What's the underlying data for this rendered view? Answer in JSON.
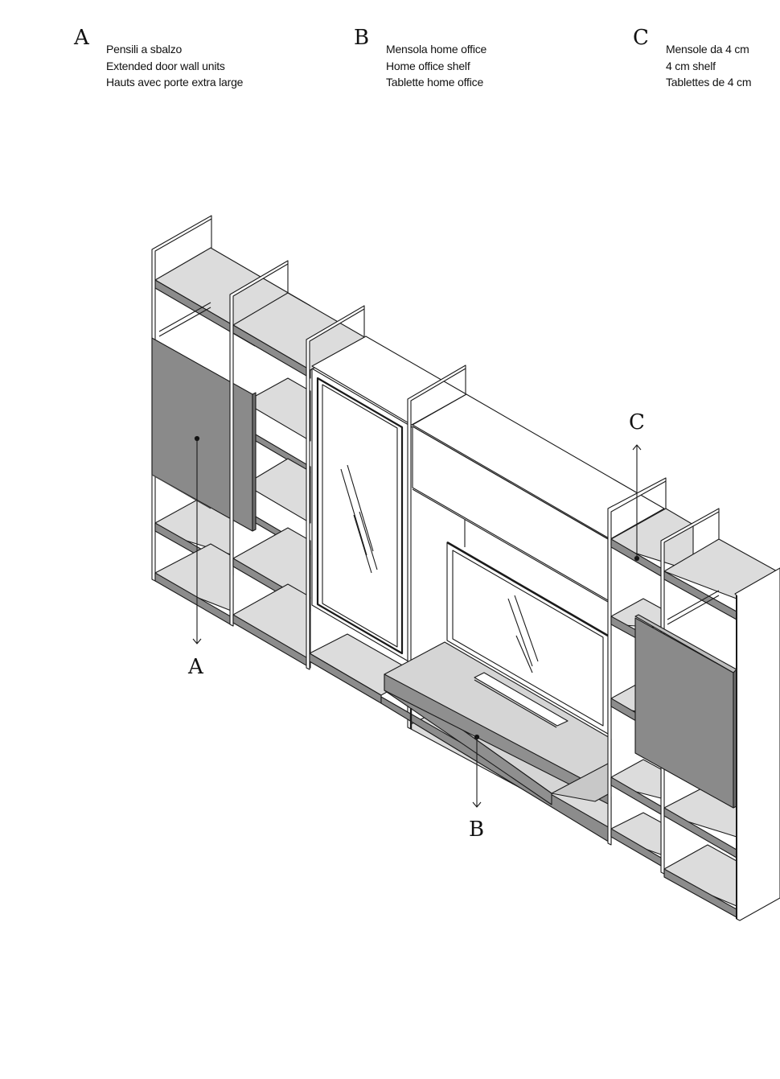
{
  "legend": [
    {
      "letter": "A",
      "lines": [
        "Pensili a sbalzo",
        "Extended door wall units",
        "Hauts avec porte extra large"
      ]
    },
    {
      "letter": "B",
      "lines": [
        "Mensola home office",
        "Home office shelf",
        "Tablette home office"
      ]
    },
    {
      "letter": "C",
      "lines": [
        "Mensole da 4 cm",
        "4 cm shelf",
        "Tablettes de 4 cm"
      ]
    }
  ],
  "callouts": {
    "a": "A",
    "b": "B",
    "c": "C"
  },
  "colors": {
    "line": "#1a1a1a",
    "shelf_top": "#dcdcdc",
    "shelf_edge": "#8c8c8c",
    "door_panel": "#8a8a8a",
    "desk_top": "#d5d5d5",
    "desk_edge": "#8f8f8f",
    "background": "#ffffff"
  }
}
